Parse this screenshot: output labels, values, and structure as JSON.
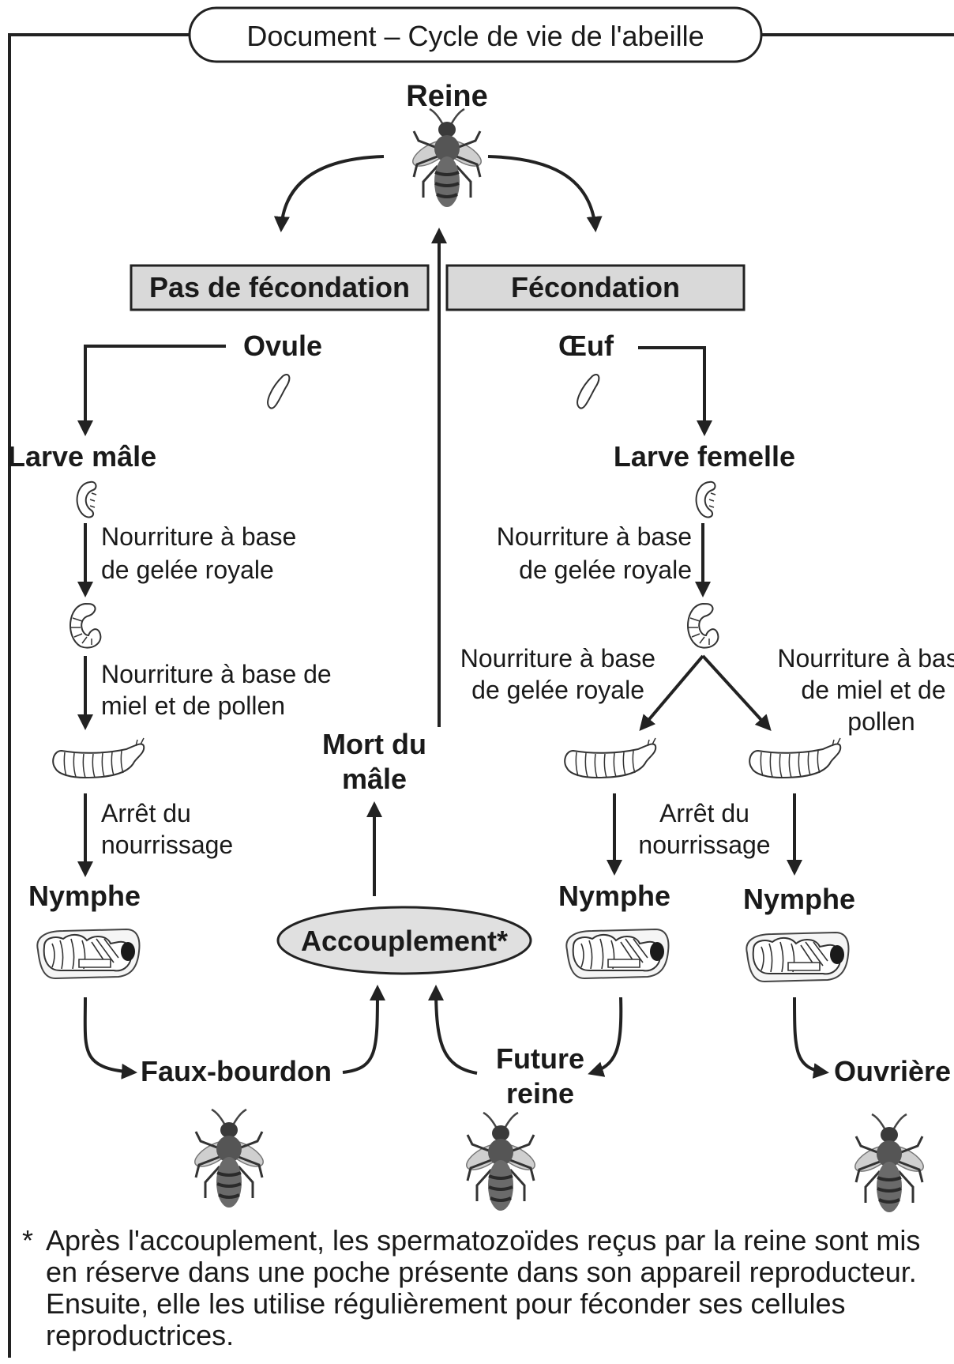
{
  "title": "Document – Cycle de vie de l'abeille",
  "nodes": {
    "reine": "Reine",
    "pas_fecondation": "Pas de fécondation",
    "fecondation": "Fécondation",
    "ovule": "Ovule",
    "oeuf": "Œuf",
    "larve_male": "Larve mâle",
    "larve_femelle": "Larve femelle",
    "nymphe": "Nymphe",
    "accouplement": "Accouplement*",
    "mort_male_l1": "Mort du",
    "mort_male_l2": "mâle",
    "faux_bourdon": "Faux-bourdon",
    "future_reine_l1": "Future",
    "future_reine_l2": "reine",
    "ouvriere": "Ouvrière"
  },
  "edge_labels": {
    "gelee_l1": "Nourriture à base",
    "gelee_l2": "de gelée royale",
    "miel_left_l1": "Nourriture à base de",
    "miel_left_l2": "miel et de pollen",
    "miel_right_l1": "Nourriture à base",
    "miel_right_l2": "de miel et de",
    "miel_right_l3": "pollen",
    "arret_l1": "Arrêt du",
    "arret_l2": "nourrissage"
  },
  "footnote": {
    "marker": "*",
    "text": "Après l'accouplement, les spermatozoïdes reçus par la reine sont mis en réserve dans une poche présente dans son appareil reproducteur. Ensuite, elle les utilise régulièrement pour féconder ses cellules reproductrices."
  },
  "colors": {
    "box_fill": "#d9d9d9",
    "ellipse_fill": "#e0e0e0",
    "line": "#222222"
  },
  "icons": [
    "bee-icon",
    "egg-icon",
    "larva-icon",
    "nymph-icon"
  ]
}
